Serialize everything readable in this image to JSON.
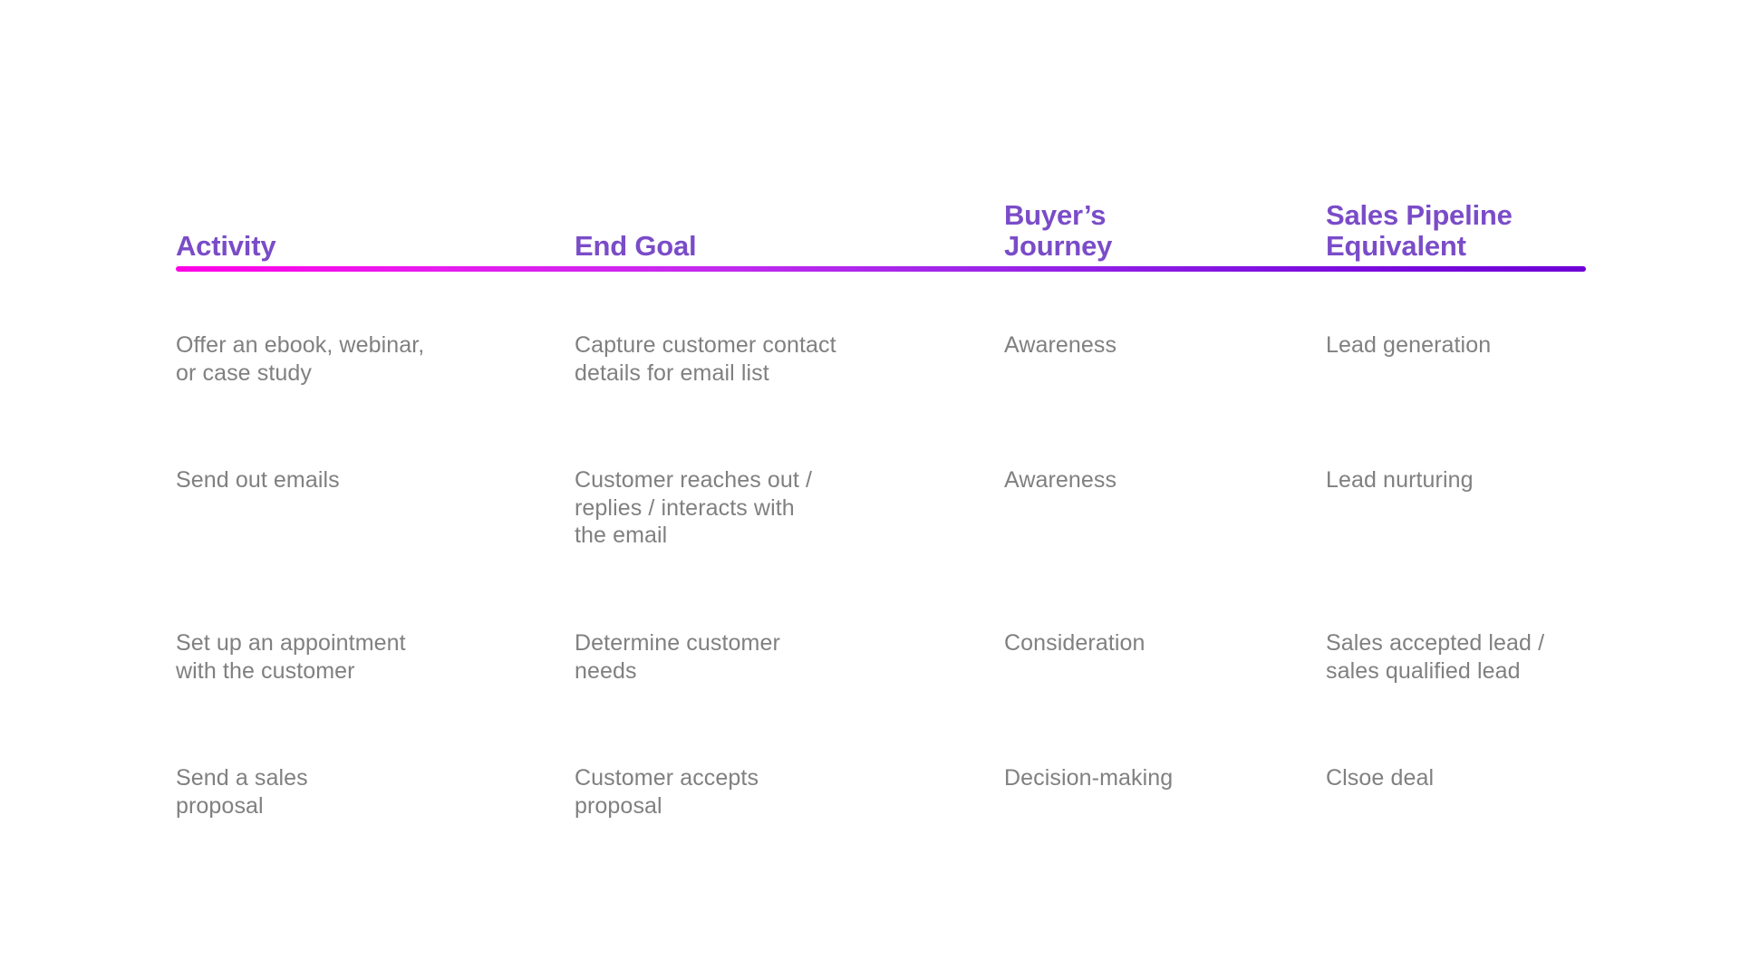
{
  "table": {
    "columns": [
      {
        "key": "activity",
        "header": "Activity"
      },
      {
        "key": "end_goal",
        "header": "End Goal"
      },
      {
        "key": "buyers_journey",
        "header": "Buyer’s\nJourney"
      },
      {
        "key": "sales_pipeline_equivalent",
        "header": "Sales Pipeline\nEquivalent"
      }
    ],
    "rows": [
      {
        "activity": "Offer an ebook, webinar,\nor case study",
        "end_goal": "Capture customer contact\ndetails for email list",
        "buyers_journey": "Awareness",
        "sales_pipeline_equivalent": "Lead generation"
      },
      {
        "activity": "Send out emails",
        "end_goal": "Customer reaches out /\nreplies / interacts with\nthe email",
        "buyers_journey": "Awareness",
        "sales_pipeline_equivalent": "Lead nurturing"
      },
      {
        "activity": "Set up an appointment\nwith the customer",
        "end_goal": "Determine customer\nneeds",
        "buyers_journey": "Consideration",
        "sales_pipeline_equivalent": "Sales accepted lead /\nsales qualified lead"
      },
      {
        "activity": "Send a sales\nproposal",
        "end_goal": "Customer accepts\nproposal",
        "buyers_journey": "Decision-making",
        "sales_pipeline_equivalent": "Clsoe deal"
      }
    ]
  },
  "colors": {
    "header_text": "#7A4CC8",
    "body_text": "#818081",
    "background": "#FFFFFF",
    "divider_start": "#FF00E6",
    "divider_end": "#6E00D6"
  }
}
